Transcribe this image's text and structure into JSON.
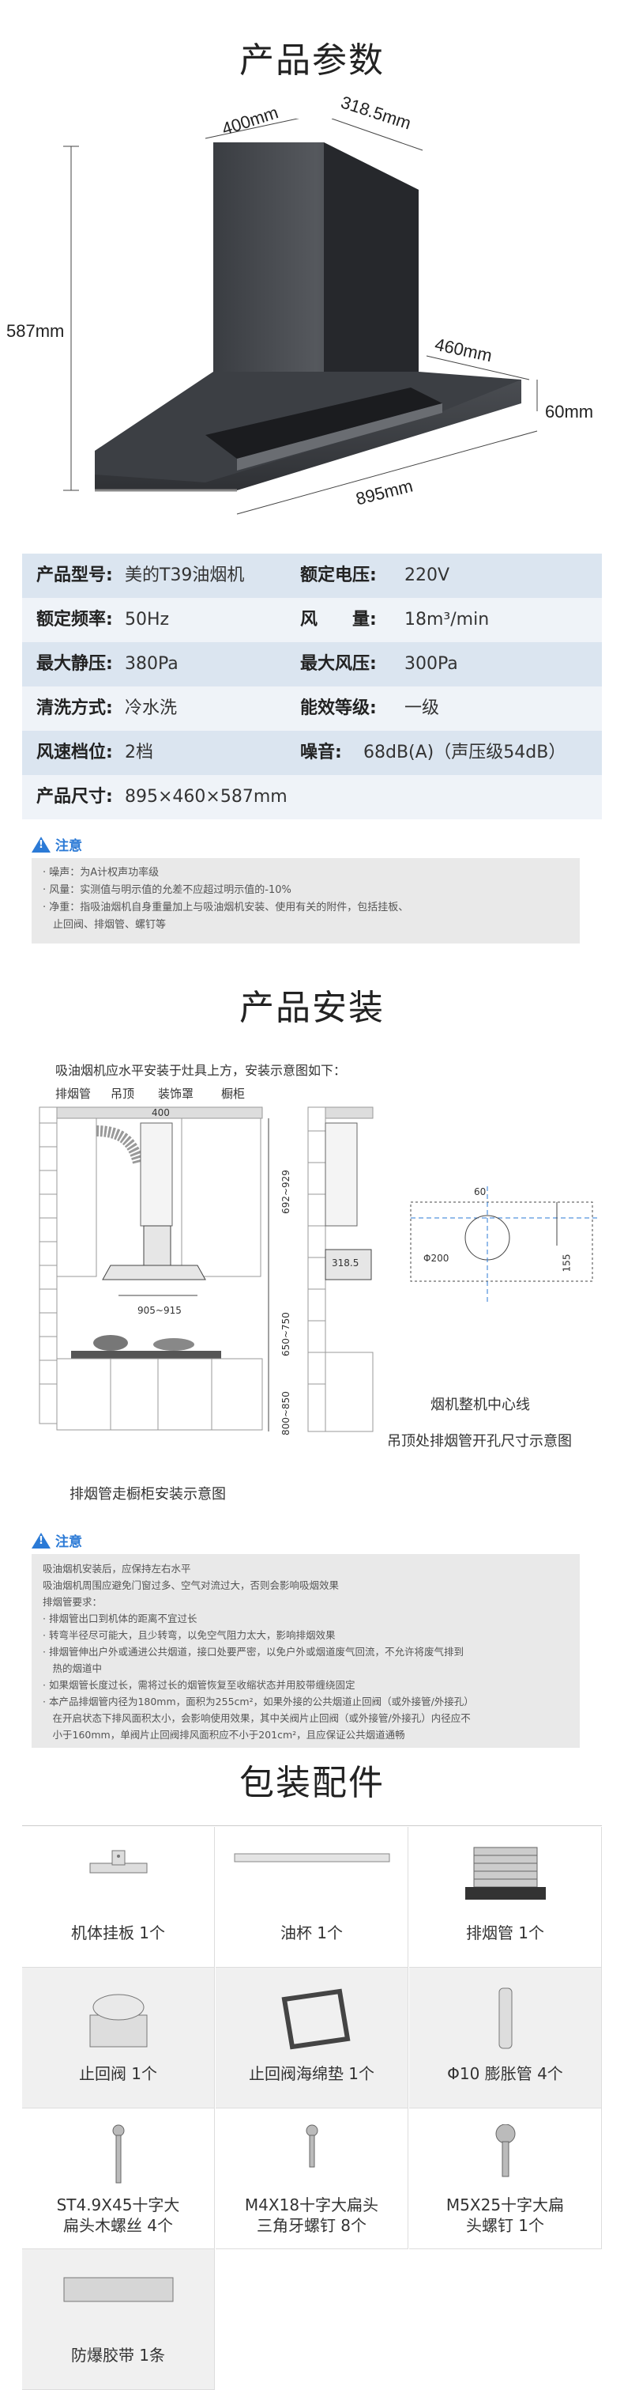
{
  "sections": {
    "params_title": "产品参数",
    "install_title": "产品安装",
    "package_title": "包装配件"
  },
  "dims": {
    "depth_top": "400mm",
    "width_top": "318.5mm",
    "height": "587mm",
    "depth": "460mm",
    "front_height": "60mm",
    "width": "895mm"
  },
  "specs": [
    {
      "k1": "产品型号:",
      "v1": "美的T39油烟机",
      "k2": "额定电压:",
      "v2": "220V"
    },
    {
      "k1": "额定频率:",
      "v1": "50Hz",
      "k2": "风　　量:",
      "v2": "18m³/min"
    },
    {
      "k1": "最大静压:",
      "v1": "380Pa",
      "k2": "最大风压:",
      "v2": "300Pa"
    },
    {
      "k1": "清洗方式:",
      "v1": "冷水洗",
      "k2": "能效等级:",
      "v2": "一级"
    },
    {
      "k1": "风速档位:",
      "v1": "2档",
      "k2": "噪音:",
      "v2": "68dB(A)（声压级54dB）"
    },
    {
      "k1": "产品尺寸:",
      "v1": "895×460×587mm",
      "k2": "",
      "v2": ""
    }
  ],
  "notice1": {
    "head": "注意",
    "lines": [
      "· 噪声：为A计权声功率级",
      "· 风量：实测值与明示值的允差不应超过明示值的-10%",
      "· 净重：指吸油烟机自身重量加上与吸油烟机安装、使用有关的附件，包括挂板、",
      "　止回阀、排烟管、螺钉等"
    ]
  },
  "install": {
    "intro": "吸油烟机应水平安装于灶具上方，安装示意图如下：",
    "labels": [
      "排烟管",
      "吊顶",
      "装饰罩",
      "橱柜"
    ],
    "d400": "400",
    "d692": "692~929",
    "d905": "905~915",
    "d650": "650~750",
    "d800": "800~850",
    "d318": "318.5",
    "d60": "60",
    "d200": "Φ200",
    "d155": "155",
    "caption_left": "排烟管走橱柜安装示意图",
    "caption_center": "烟机整机中心线",
    "caption_right": "吊顶处排烟管开孔尺寸示意图"
  },
  "notice2": {
    "head": "注意",
    "lines": [
      "吸油烟机安装后，应保持左右水平",
      "吸油烟机周围应避免门窗过多、空气对流过大，否则会影响吸烟效果",
      "排烟管要求：",
      "· 排烟管出口到机体的距离不宜过长",
      "· 转弯半径尽可能大，且少转弯，以免空气阻力太大，影响排烟效果",
      "· 排烟管伸出户外或通进公共烟道，接口处要严密，以免户外或烟道废气回流，不允许将废气排到",
      "　热的烟道中",
      "· 如果烟管长度过长，需将过长的烟管恢复至收缩状态并用胶带缠绕固定",
      "· 本产品排烟管内径为180mm，面积为255cm²，如果外接的公共烟道止回阀（或外接管/外接孔）",
      "　在开启状态下排风面积太小，会影响使用效果，其中关阀片止回阀（或外接管/外接孔）内径应不",
      "　小于160mm，单阀片止回阀排风面积应不小于201cm²，且应保证公共烟道通畅"
    ]
  },
  "accessories": [
    {
      "label": "机体挂板  1个",
      "icon": "wall-plate-icon"
    },
    {
      "label": "油杯  1个",
      "icon": "oil-cup-icon"
    },
    {
      "label": "排烟管  1个",
      "icon": "exhaust-pipe-icon"
    },
    {
      "label": "止回阀  1个",
      "icon": "check-valve-icon"
    },
    {
      "label": "止回阀海绵垫  1个",
      "icon": "sponge-pad-icon"
    },
    {
      "label": "Φ10 膨胀管  4个",
      "icon": "expansion-tube-icon"
    },
    {
      "label": "ST4.9X45十字大\n扁头木螺丝  4个",
      "icon": "wood-screw-icon"
    },
    {
      "label": "M4X18十字大扁头\n三角牙螺钉 8个",
      "icon": "triangle-screw-icon"
    },
    {
      "label": "M5X25十字大扁\n头螺钉  1个",
      "icon": "bolt-icon"
    },
    {
      "label": "防爆胶带  1条",
      "icon": "tape-icon"
    }
  ]
}
